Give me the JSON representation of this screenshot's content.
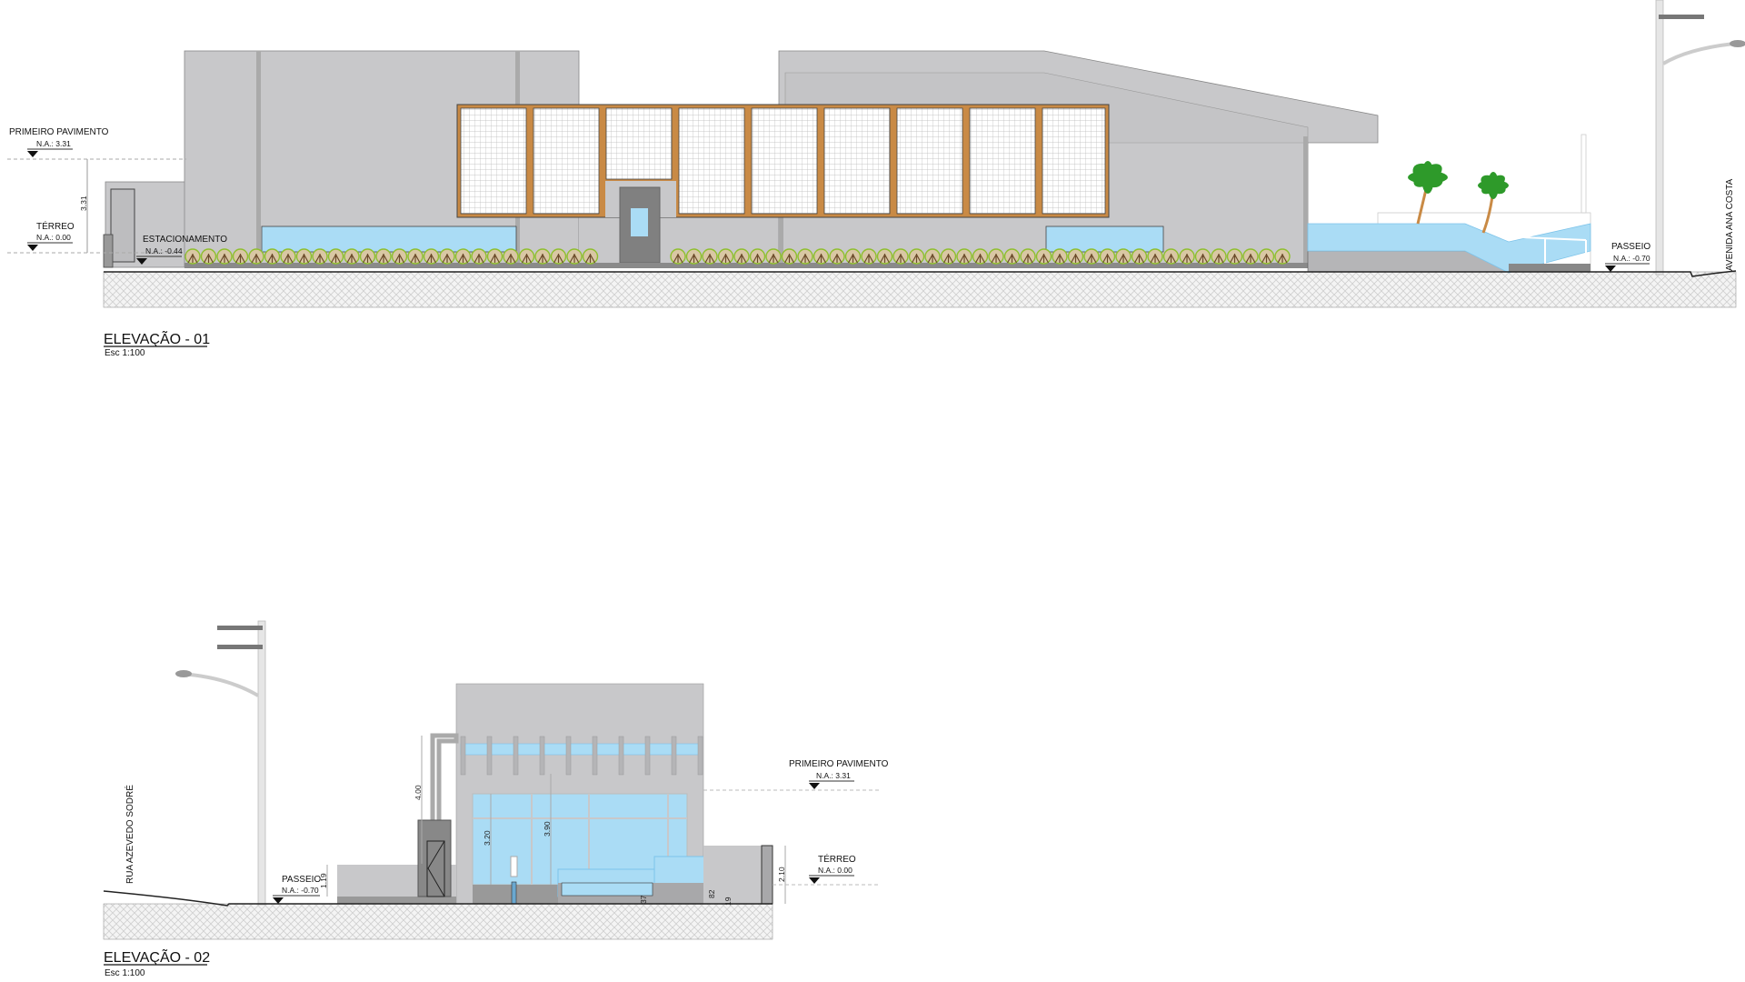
{
  "elevation_01": {
    "title": "ELEVAÇÃO - 01",
    "scale": "Esc 1:100",
    "levels": {
      "primeiro_pavimento": {
        "label": "PRIMEIRO PAVIMENTO",
        "na": "N.A.: 3.31"
      },
      "terreo": {
        "label": "TÉRREO",
        "na": "N.A.: 0.00"
      },
      "estacionamento": {
        "label": "ESTACIONAMENTO",
        "na": "N.A.: -0.44"
      },
      "passeio": {
        "label": "PASSEIO",
        "na": "N.A.: -0.70"
      }
    },
    "dimension": "3.31",
    "street": "AVENIDA ANA COSTA"
  },
  "elevation_02": {
    "title": "ELEVAÇÃO - 02",
    "scale": "Esc 1:100",
    "levels": {
      "primeiro_pavimento": {
        "label": "PRIMEIRO PAVIMENTO",
        "na": "N.A.: 3.31"
      },
      "terreo": {
        "label": "TÉRREO",
        "na": "N.A.: 0.00"
      },
      "passeio": {
        "label": "PASSEIO",
        "na": "N.A.: -0.70"
      }
    },
    "dimensions": {
      "d400": "4.00",
      "d320": "3.20",
      "d390": "3.90",
      "d119": "1.19",
      "d210": "2.10",
      "d37": "37",
      "d82": "82",
      "d19": "19"
    },
    "street": "RUA AZEVEDO SODRÉ"
  },
  "colors": {
    "wall": "#c8c8ca",
    "glass": "#aadcf5",
    "frame": "#c98a45",
    "shrub": "#8b6a3e"
  }
}
